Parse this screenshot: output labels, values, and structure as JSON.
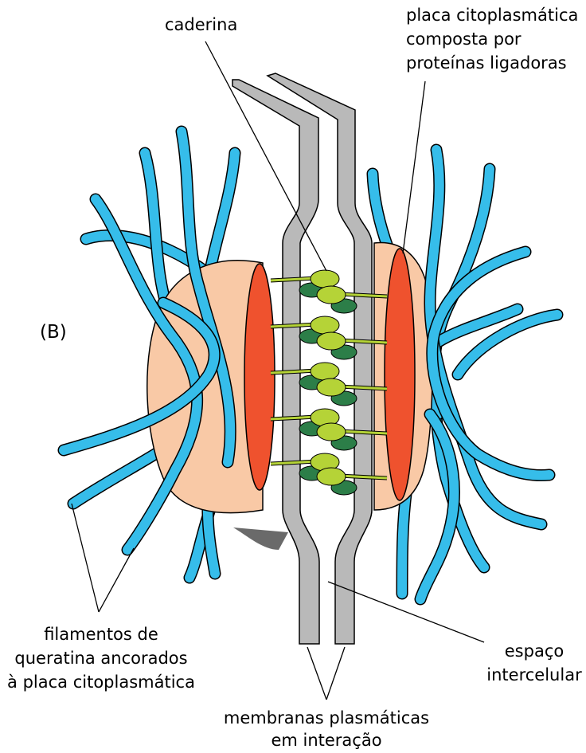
{
  "figure": {
    "panel_label": "(B)",
    "labels": {
      "cadherin": "caderina",
      "plaque": [
        "placa citoplasmática",
        "composta por",
        "proteínas ligadoras"
      ],
      "keratin": [
        "filamentos de",
        "queratina ancorados",
        "à placa citoplasmática"
      ],
      "space": [
        "espaço",
        "intercelular"
      ],
      "membranes": [
        "membranas plasmáticas",
        "em interação"
      ]
    },
    "colors": {
      "keratin_filament": "#36bdea",
      "plaque_disc": "#f9c9a6",
      "dense_plaque": "#ef522e",
      "membrane": "#b9b9b9",
      "cadherin_light": "#b5d337",
      "cadherin_dark": "#2c7e48",
      "outline": "#000000"
    }
  }
}
